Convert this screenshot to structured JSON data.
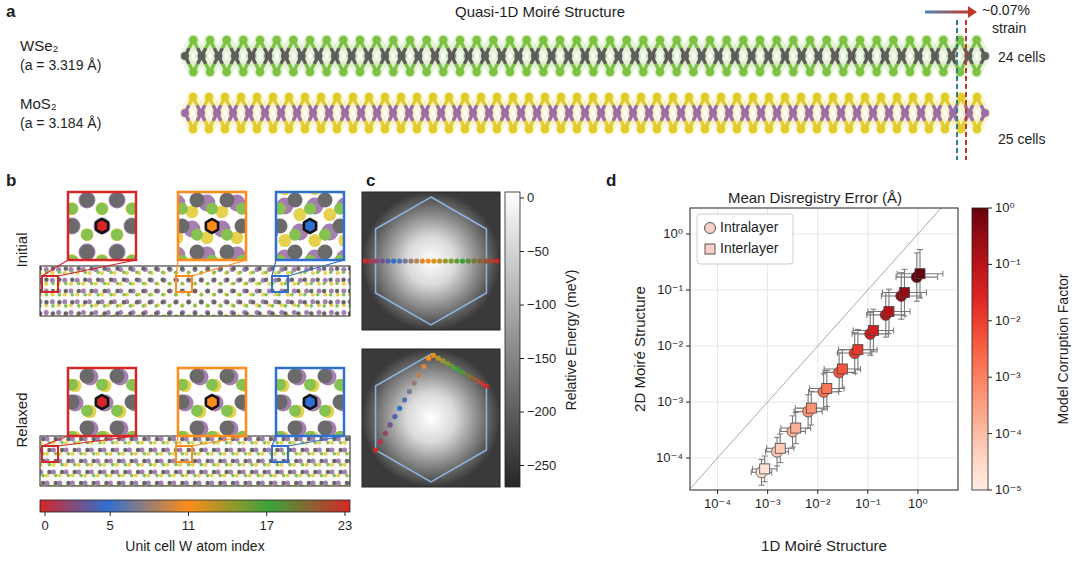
{
  "diagram": {
    "labels": [
      "a",
      "Quasi-1D Moiré Structure",
      "~0.07%",
      "strain",
      "WSe₂",
      "(a = 3.319 Å)",
      "24 cells",
      "MoS₂",
      "(a = 3.184 Å)",
      "25 cells",
      "b",
      "Initial",
      "Relaxed",
      "0",
      "5",
      "11",
      "17",
      "23",
      "Unit cell W atom index",
      "c",
      "0",
      "−50",
      "−100",
      "−150",
      "−200",
      "−250",
      "Relative Energy (meV)",
      "d",
      "Mean Disregistry Error (Å)",
      "10⁰",
      "10⁻¹",
      "10⁻²",
      "10⁻³",
      "10⁻⁴",
      "2D Moiré Structure",
      "10⁻⁴",
      "10⁻³",
      "10⁻²",
      "10⁻¹",
      "10⁰",
      "1D Moiré Structure",
      "Model Corruption Factor",
      "10⁰",
      "10⁻¹",
      "10⁻²",
      "10⁻³",
      "10⁻⁴",
      "10⁻⁵"
    ],
    "legend": [
      {
        "text": "Intralayer"
      },
      {
        "text": "Interlayer"
      }
    ]
  }
}
